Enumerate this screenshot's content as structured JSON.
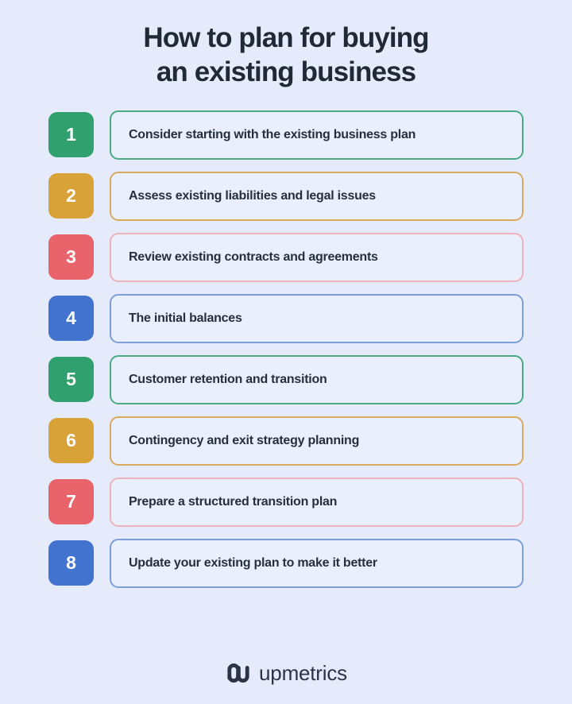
{
  "background_color": "#e6ebfb",
  "title": {
    "line1": "How to plan for buying",
    "line2": "an existing business",
    "color": "#1f2937"
  },
  "palette": {
    "green": "#2fa06e",
    "amber": "#d8a238",
    "red": "#e8646a",
    "blue": "#4274cf",
    "green_border": "#4aab83",
    "amber_border": "#d8a95e",
    "red_border": "#efb1bb",
    "blue_border": "#7d9fd8",
    "box_fill": "#eaeffd",
    "text": "#252f3e"
  },
  "steps": [
    {
      "number": "1",
      "label": "Consider starting with the existing business plan",
      "color": "#2fa06e",
      "border": "#4aab83"
    },
    {
      "number": "2",
      "label": "Assess existing liabilities and legal issues",
      "color": "#d8a238",
      "border": "#d8a95e"
    },
    {
      "number": "3",
      "label": "Review existing contracts and agreements",
      "color": "#e8646a",
      "border": "#efb1bb"
    },
    {
      "number": "4",
      "label": "The initial balances",
      "color": "#4274cf",
      "border": "#7d9fd8"
    },
    {
      "number": "5",
      "label": "Customer retention and transition",
      "color": "#2fa06e",
      "border": "#4aab83"
    },
    {
      "number": "6",
      "label": "Contingency and exit strategy planning",
      "color": "#d8a238",
      "border": "#d8a95e"
    },
    {
      "number": "7",
      "label": "Prepare a structured transition plan",
      "color": "#e8646a",
      "border": "#efb1bb"
    },
    {
      "number": "8",
      "label": "Update your existing plan to make it better",
      "color": "#4274cf",
      "border": "#7d9fd8"
    }
  ],
  "footer": {
    "logo_icon": "upmetrics-m-logo-icon",
    "brand_name": "upmetrics",
    "brand_color": "#2b3445"
  }
}
